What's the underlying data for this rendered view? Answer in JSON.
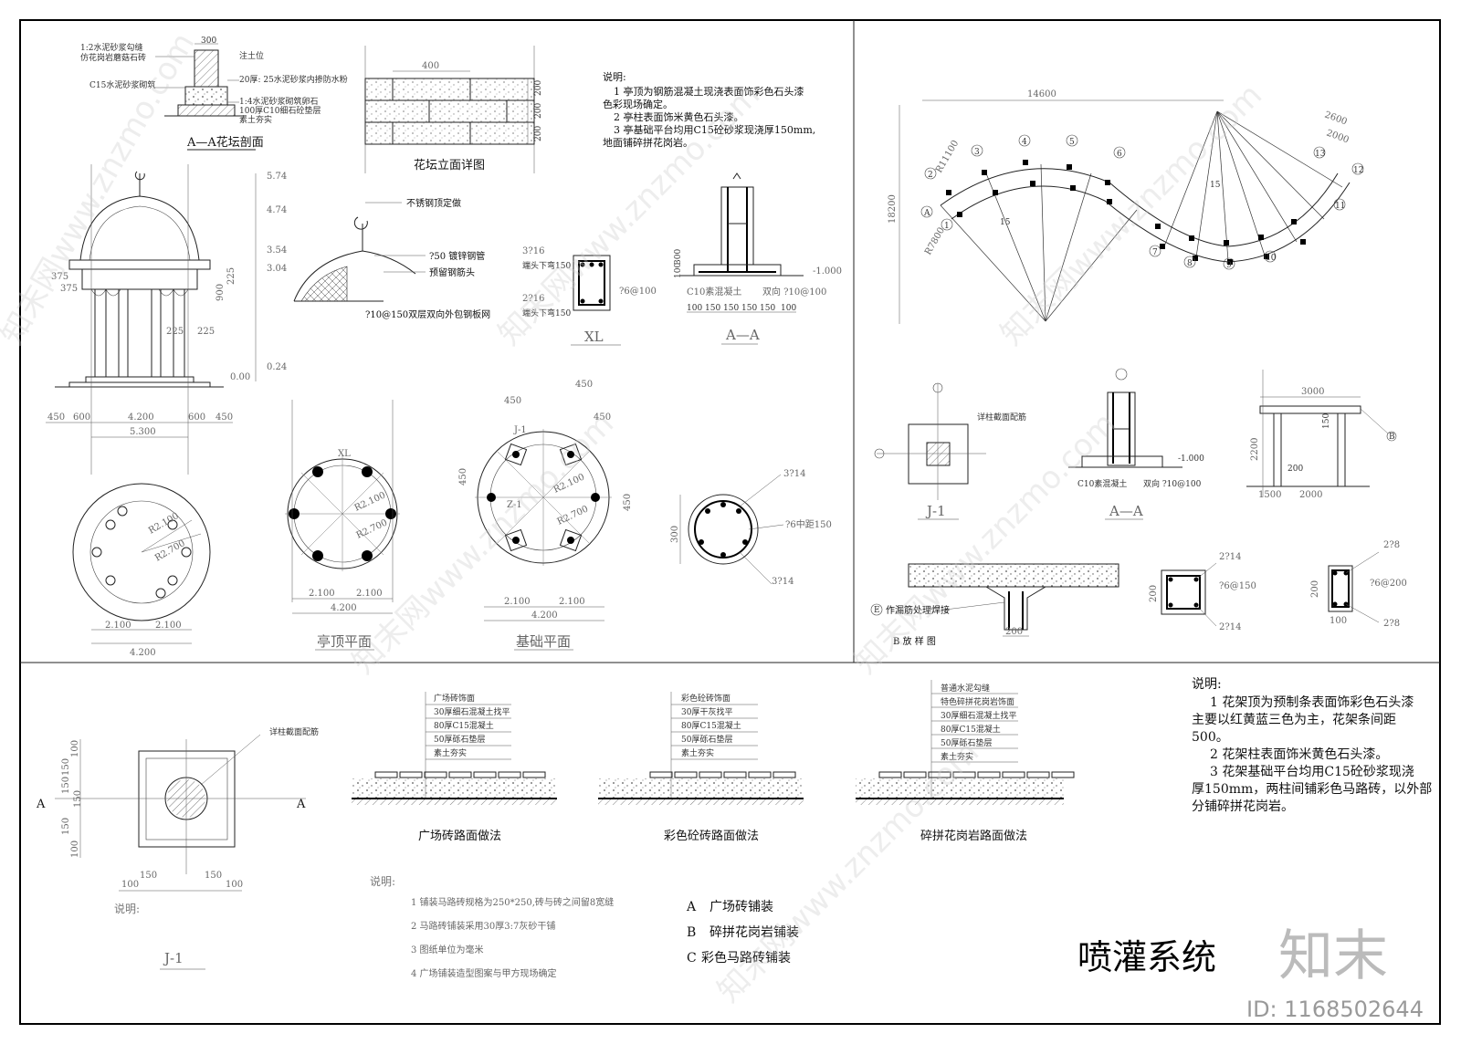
{
  "title": "喷灌系统",
  "logo": "知末",
  "image_id_label": "ID: 1168502644",
  "watermark": "知末网www.znzmo.com",
  "flower_bed": {
    "section_title": "A—A花坛剖面",
    "elevation_title": "花坛立面详图",
    "dim_400": "400",
    "dim_300": "300",
    "dims_right": [
      "200",
      "200",
      "200"
    ],
    "labels": [
      "1:2水泥砂浆勾缝",
      "仿花岗岩蘑菇石砖",
      "注土位",
      "C15水泥砂浆砌筑",
      "20厚: 25水泥砂浆内掺防水粉",
      "1:4水泥砂浆砌筑卵石",
      "100厚C10细石砼垫层",
      "素土夯实"
    ]
  },
  "pavilion_notes": {
    "heading": "说明:",
    "lines": [
      "1 亭顶为钢筋混凝土现浇表面饰彩色石头漆",
      "色彩现场确定。",
      "2 亭柱表面饰米黄色石头漆。",
      "3 亭基础平台均用C15砼砂浆现浇厚150mm,",
      "地面铺碎拼花岗岩。"
    ]
  },
  "pavilion_elev": {
    "levels": [
      "5.74",
      "4.74",
      "3.54",
      "3.04",
      "0.24",
      "0.00"
    ],
    "dims_v": [
      "375",
      "375",
      "225",
      "900",
      "225",
      "225"
    ],
    "dims_h": [
      "450",
      "600",
      "4.200",
      "600",
      "450"
    ],
    "dim_total": "5.300"
  },
  "dome_detail": {
    "labels": [
      "不锈钢顶定做",
      "?50 镀锌钢管",
      "预留钢筋头",
      "?10@150双层双向外包钢板网"
    ]
  },
  "xl_section": {
    "title": "XL",
    "labels": [
      "3?16",
      "端头下弯150",
      "2?16",
      "端头下弯150",
      "?6@100"
    ]
  },
  "aa_section": {
    "title": "A—A",
    "labels": [
      "C10素混凝土",
      "双向 ?10@100",
      "-1.000"
    ],
    "dims": [
      "100",
      "150",
      "150",
      "150",
      "150",
      "100"
    ],
    "dims_v": [
      "100",
      "300"
    ]
  },
  "base_plan": {
    "radii": [
      "R2.100",
      "R2.700"
    ],
    "dims": [
      "2.100",
      "2.100",
      "4.200"
    ]
  },
  "roof_plan": {
    "title": "亭顶平面",
    "labels": [
      "XL",
      "R2.100",
      "R2.700"
    ],
    "dims": [
      "2.100",
      "2.100",
      "4.200"
    ]
  },
  "foundation_plan": {
    "title": "基础平面",
    "labels": [
      "J-1",
      "Z-1",
      "R2.100",
      "R2.700"
    ],
    "dims": [
      "450",
      "450",
      "450",
      "450",
      "450",
      "2.100",
      "2.100",
      "4.200"
    ]
  },
  "column_section": {
    "labels": [
      "3?14",
      "?6中距150",
      "3?14",
      "300"
    ]
  },
  "pergola_plan": {
    "dims": [
      "14600",
      "2600",
      "2000",
      "18200",
      "R11100",
      "R7800"
    ],
    "axis_numbers": [
      "1",
      "2",
      "3",
      "4",
      "5",
      "6",
      "7",
      "8",
      "9",
      "10",
      "11",
      "12",
      "13"
    ],
    "axis_letters": [
      "A"
    ],
    "spacing": "15"
  },
  "pergola_details": {
    "j1_title": "J-1",
    "aa_title": "A—A",
    "labels": [
      "详柱截面配筋",
      "-1.000",
      "C10素混凝土",
      "双向 ?10@100"
    ],
    "frame_dims": [
      "3000",
      "2200",
      "1500",
      "2000",
      "200",
      "150"
    ],
    "frame_tag": "B"
  },
  "beam_detail": {
    "title": "B 放 样 图",
    "label": "作漏筋处理焊接",
    "tag": "E",
    "dim": "200"
  },
  "rebar_sq1": {
    "labels": [
      "2?14",
      "?6@150",
      "2?14"
    ],
    "dim": "200"
  },
  "rebar_sq2": {
    "labels": [
      "2?8",
      "?6@200",
      "2?8"
    ],
    "dims": [
      "200",
      "100"
    ]
  },
  "pergola_notes": {
    "heading": "说明:",
    "lines": [
      "1 花架顶为预制条表面饰彩色石头漆",
      "主要以红黄蓝三色为主，花架条间距",
      "500。",
      "2 花架柱表面饰米黄色石头漆。",
      "3 花架基础平台均用C15砼砂浆现浇",
      "厚150mm，两柱间铺彩色马路砖，以外部",
      "分铺碎拼花岗岩。"
    ]
  },
  "pavings": [
    {
      "title": "广场砖路面做法",
      "layers": [
        "广场砖饰面",
        "30厚细石混凝土找平",
        "80厚C15混凝土",
        "50厚砾石垫层",
        "素土夯实"
      ]
    },
    {
      "title": "彩色砼砖路面做法",
      "layers": [
        "彩色砼砖饰面",
        "30厚干灰找平",
        "80厚C15混凝土",
        "50厚砾石垫层",
        "素土夯实"
      ]
    },
    {
      "title": "碎拼花岗岩路面做法",
      "layers": [
        "普通水泥勾缝",
        "特色碎拼花岗岩饰面",
        "30厚细石混凝土找平",
        "80厚C15混凝土",
        "50厚砾石垫层",
        "素土夯实"
      ]
    }
  ],
  "footing_j1": {
    "title": "J-1",
    "label": "详柱截面配筋",
    "section_mark": "A",
    "dims_v": [
      "100",
      "150",
      "150",
      "150",
      "150",
      "100"
    ],
    "dims_h": [
      "100",
      "150",
      "150",
      "100"
    ]
  },
  "paving_notes": {
    "heading": "说明:",
    "lines": [
      "1 铺装马路砖规格为250*250,砖与砖之间留8宽缝",
      "2 马路砖铺装采用30厚3:7灰砂干铺",
      "3 图纸单位为毫米",
      "4 广场铺装造型图案与甲方现场确定"
    ]
  },
  "legend": [
    {
      "key": "A",
      "text": "广场砖铺装"
    },
    {
      "key": "B",
      "text": "碎拼花岗岩铺装"
    },
    {
      "key": "C",
      "text": "彩色马路砖铺装"
    }
  ]
}
